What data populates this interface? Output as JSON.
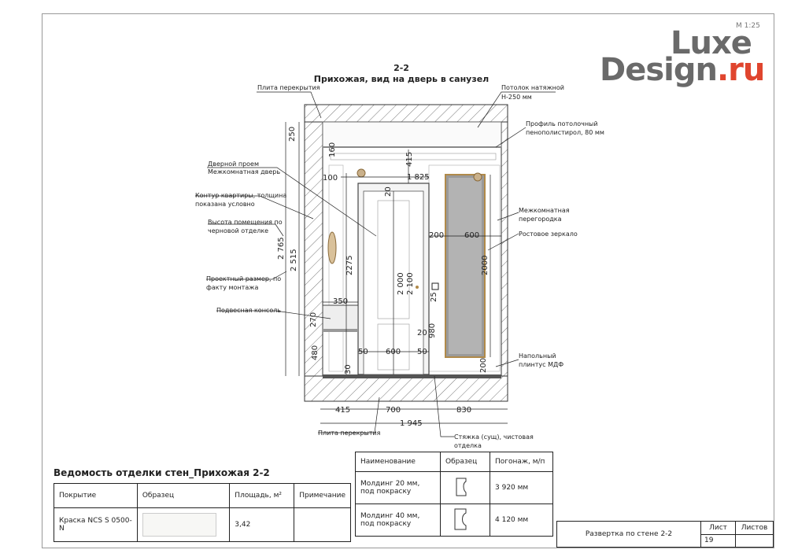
{
  "scale": "М 1:25",
  "logo": {
    "line1": "Luxe",
    "line2": "Design",
    "suffix": ".ru"
  },
  "drawing": {
    "section": "2-2",
    "title": "Прихожая, вид на дверь в санузел",
    "labels": {
      "slab_top": "Плита перекрытия",
      "ceiling1": "Потолок натяжной",
      "ceiling2": "Н-250 мм",
      "profile1": "Профиль потолочный",
      "profile2": "пенополистирол, 80 мм",
      "doorway1": "Дверной проем",
      "doorway2": "Межкомнатная дверь",
      "contour1": "Контур квартиры, толщина",
      "contour2": "показана условно",
      "height1": "Высота помещения по",
      "height2": "черновой отделке",
      "project1": "Проектный размер, по",
      "project2": "факту монтажа",
      "console": "Подвесная консоль",
      "partition1": "Межкомнатная",
      "partition2": "перегородка",
      "mirror": "Ростовое зеркало",
      "plinth1": "Напольный",
      "plinth2": "плинтус МДФ",
      "slab_bottom": "Плита перекрытия",
      "screed1": "Стяжка (сущ), чистовая",
      "screed2": "отделка"
    },
    "dims": {
      "d250": "250",
      "d160": "160",
      "d415v": "415",
      "d1825": "1 825",
      "d100": "100",
      "d2765": "2 765",
      "d2515": "2 515",
      "d2275": "2275",
      "d20": "20",
      "d200a": "200",
      "d600a": "600",
      "d2000a": "2 000",
      "d2100": "2 100",
      "d2000b": "2000",
      "d350": "350",
      "d270": "270",
      "d25": "25",
      "d980": "980",
      "d20b": "20",
      "d480": "480",
      "d50a": "50",
      "d600b": "600",
      "d50b": "50",
      "d200b": "200",
      "d30": "30",
      "d415": "415",
      "d700": "700",
      "d830": "830",
      "d1945": "1 945"
    }
  },
  "finish_table": {
    "title": "Ведомость отделки стен_Прихожая 2-2",
    "headers": [
      "Покрытие",
      "Образец",
      "Площадь, м²",
      "Примечание"
    ],
    "rows": [
      {
        "cover": "Краска NCS S 0500-N",
        "area": "3,42",
        "note": ""
      }
    ]
  },
  "molding_table": {
    "headers": [
      "Наименование",
      "Образец",
      "Погонаж, м/п"
    ],
    "rows": [
      {
        "name": "Молдинг 20 мм, под покраску",
        "length": "3 920 мм"
      },
      {
        "name": "Молдинг 40 мм, под покраску",
        "length": "4 120 мм"
      }
    ]
  },
  "stamp": {
    "name": "Развертка по стене 2-2",
    "sheet_label": "Лист",
    "sheets_label": "Листов",
    "sheet": "19",
    "sheets": ""
  }
}
